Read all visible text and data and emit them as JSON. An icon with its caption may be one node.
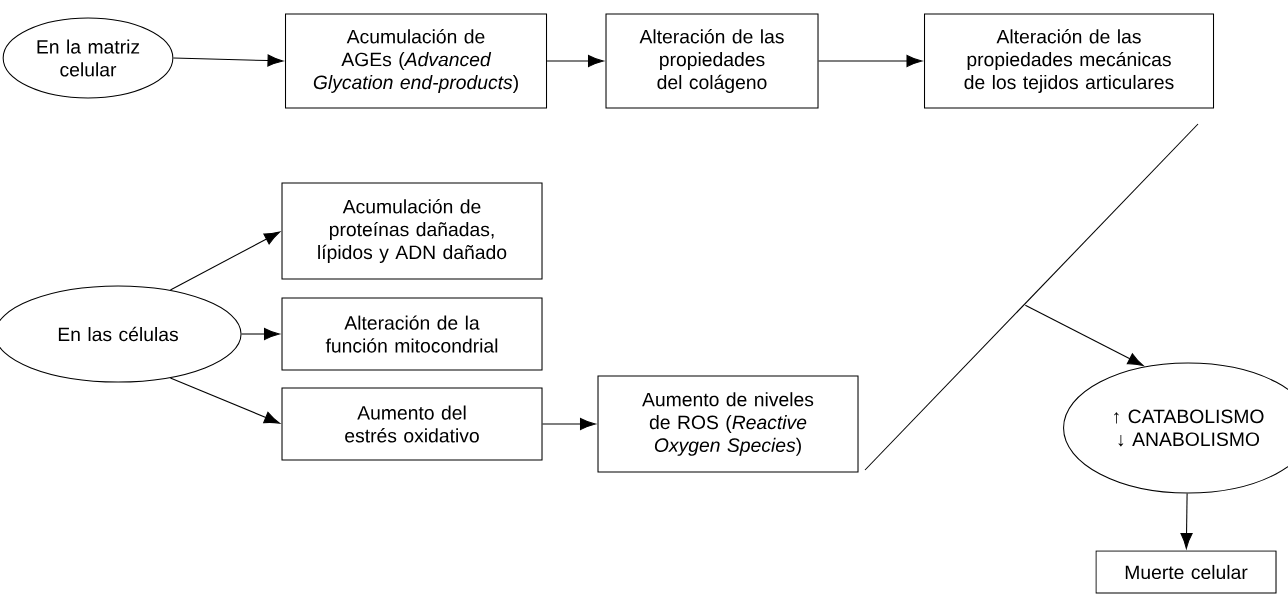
{
  "diagram": {
    "nodes": [
      {
        "text": [
          "En la matriz celular"
        ]
      },
      {
        "text": [
          "Acumulación de AGEs (*Advanced Glycation end-products*)"
        ]
      },
      {
        "text": [
          "Alteración de las propiedades del colágeno"
        ]
      },
      {
        "text": [
          "Alteración de las propiedades mecánicas de los tejidos articulares"
        ]
      },
      {
        "text": [
          "En las células"
        ]
      },
      {
        "text": [
          "Acumulación de proteínas dañadas, lípidos y ADN dañado"
        ]
      },
      {
        "text": [
          "Alteración de la función mitocondrial"
        ]
      },
      {
        "text": [
          "Aumento del estrés oxidativo"
        ]
      },
      {
        "text": [
          "Aumento de niveles de ROS (*Reactive Oxygen Species*)"
        ]
      },
      {
        "text": [],
        "shape": "line"
      },
      {
        "text": [
          "↑ CATABOLISMO ↓ ANABOLISMO"
        ]
      },
      {
        "text": [
          "Muerte celular"
        ]
      }
    ],
    "edges": [
      {
        "from": 0,
        "to": 1,
        "arrow": "to"
      },
      {
        "from": 1,
        "to": 2,
        "arrow": "to"
      },
      {
        "from": 2,
        "to": 3,
        "arrow": "to"
      },
      {
        "from": 4,
        "to": 5,
        "arrow": "to"
      },
      {
        "from": 4,
        "to": 6,
        "arrow": "to"
      },
      {
        "from": 4,
        "to": 7,
        "arrow": "to"
      },
      {
        "from": 7,
        "to": 8,
        "arrow": "to"
      },
      {
        "from": 9,
        "to": 10,
        "arrow": "to"
      },
      {
        "from": 10,
        "to": 11,
        "arrow": "to"
      }
    ]
  }
}
